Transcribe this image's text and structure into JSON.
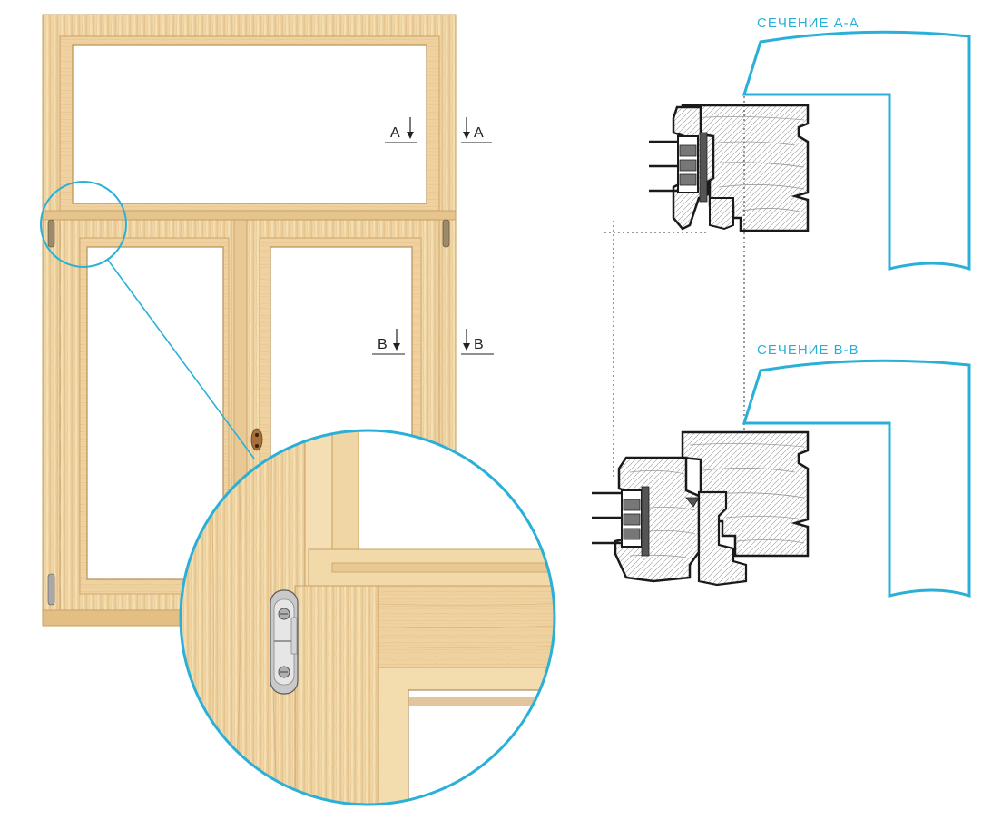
{
  "colors": {
    "accent": "#2ab0d8",
    "wood_light": "#f3dcae",
    "wood_mid": "#e7c48a",
    "wood_dark": "#d5a968",
    "glass": "#ffffff",
    "profile_stroke": "#1a1a1a"
  },
  "section_marks": {
    "a_left": "A",
    "a_right": "A",
    "b_left": "B",
    "b_right": "B"
  },
  "sections": {
    "a": {
      "caption": "СЕЧЕНИЕ А-А"
    },
    "b": {
      "caption": "СЕЧЕНИЕ В-В"
    }
  },
  "icons": {
    "hinge": "hinge-icon",
    "handle": "handle-icon",
    "arrow": "down-arrow-icon"
  }
}
